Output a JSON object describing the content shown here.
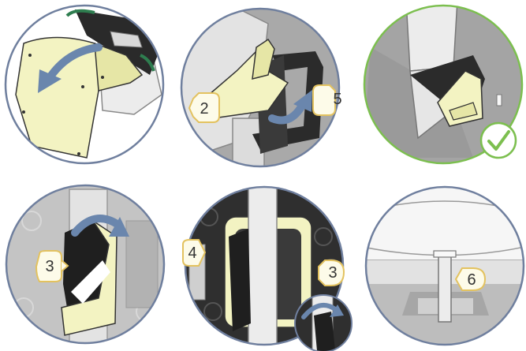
{
  "colors": {
    "circle_border": "#6f7f9e",
    "done_border": "#7cbf4f",
    "cover": "#f3f3c2",
    "cover_shade": "#e6e6a6",
    "arrow": "#6a86ad",
    "badge_fill": "#fdfbe9",
    "badge_stroke": "#e3c25f",
    "gray_light": "#e9e9e9",
    "gray_mid": "#b9b9b9",
    "gray_dark": "#555555",
    "black": "#1f1f1f",
    "green_strip": "#2e7d4f"
  },
  "panels": [
    {
      "id": "p1",
      "step_labels": []
    },
    {
      "id": "p2",
      "step_labels": [
        "2",
        "5"
      ]
    },
    {
      "id": "p3",
      "step_labels": [],
      "status_icon": "check-icon"
    },
    {
      "id": "p4",
      "step_labels": [
        "3"
      ]
    },
    {
      "id": "p5",
      "step_labels": [
        "4",
        "3"
      ]
    },
    {
      "id": "p6",
      "step_labels": [
        "6"
      ]
    }
  ]
}
